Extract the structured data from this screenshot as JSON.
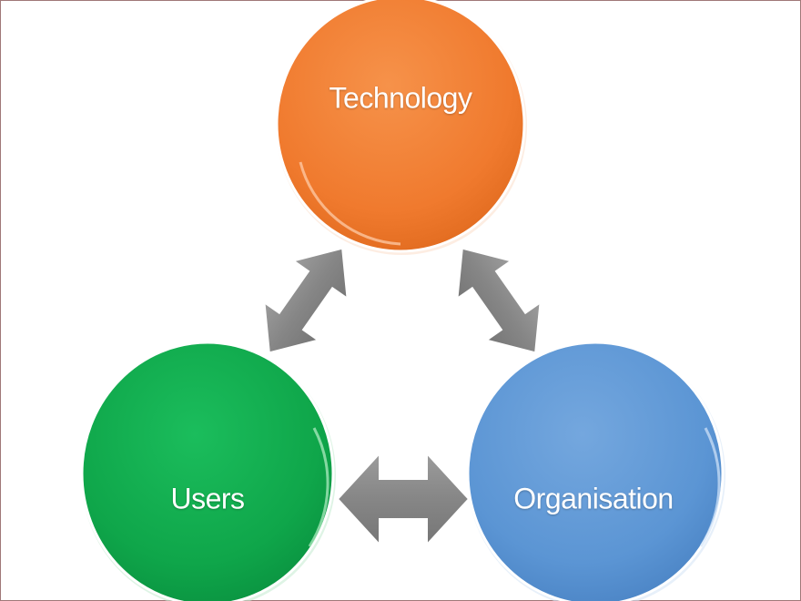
{
  "nodes": {
    "technology": {
      "label": "Technology",
      "color": "#f07a2e"
    },
    "users": {
      "label": "Users",
      "color": "#11a94c"
    },
    "organisation": {
      "label": "Organisation",
      "color": "#5b95d4"
    }
  },
  "connectors": [
    {
      "from": "users",
      "to": "technology",
      "type": "double-arrow"
    },
    {
      "from": "technology",
      "to": "organisation",
      "type": "double-arrow"
    },
    {
      "from": "users",
      "to": "organisation",
      "type": "double-arrow"
    }
  ],
  "arrow_color": "#8a8a8a",
  "frame_color": "#a07878"
}
